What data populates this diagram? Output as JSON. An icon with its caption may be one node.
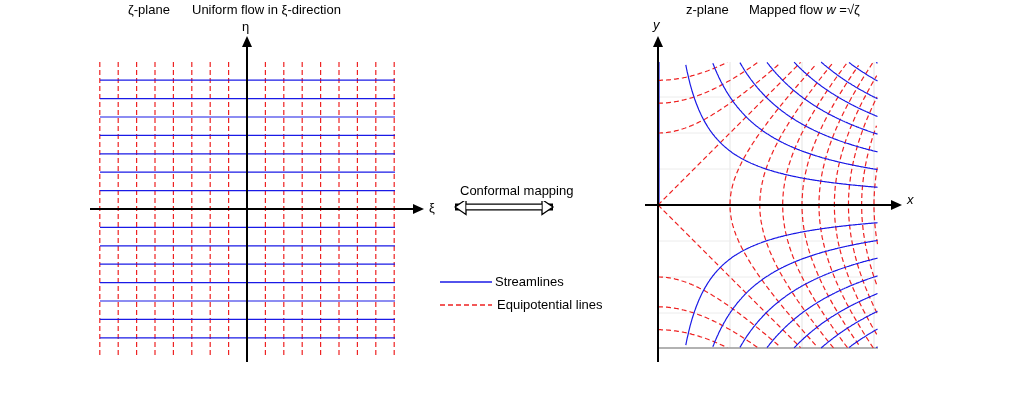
{
  "diagram": {
    "nodes": [
      {
        "text": [],
        "shape": "picture",
        "beside": [
          "η",
          "ξ"
        ]
      },
      {
        "text": [],
        "shape": "picture",
        "beside": [
          "y",
          "x"
        ]
      }
    ],
    "edges": [
      {
        "from": 0,
        "to": 1,
        "arrow": "both",
        "label": "Conformal mapping"
      }
    ],
    "labels": [
      "ζ-plane",
      "Uniform flow in ξ-direction",
      "z-plane",
      "Mapped flow *w* =√ζ"
    ],
    "legend": [
      {
        "text": "Streamlines"
      },
      {
        "text": "Equipotential lines"
      }
    ]
  }
}
